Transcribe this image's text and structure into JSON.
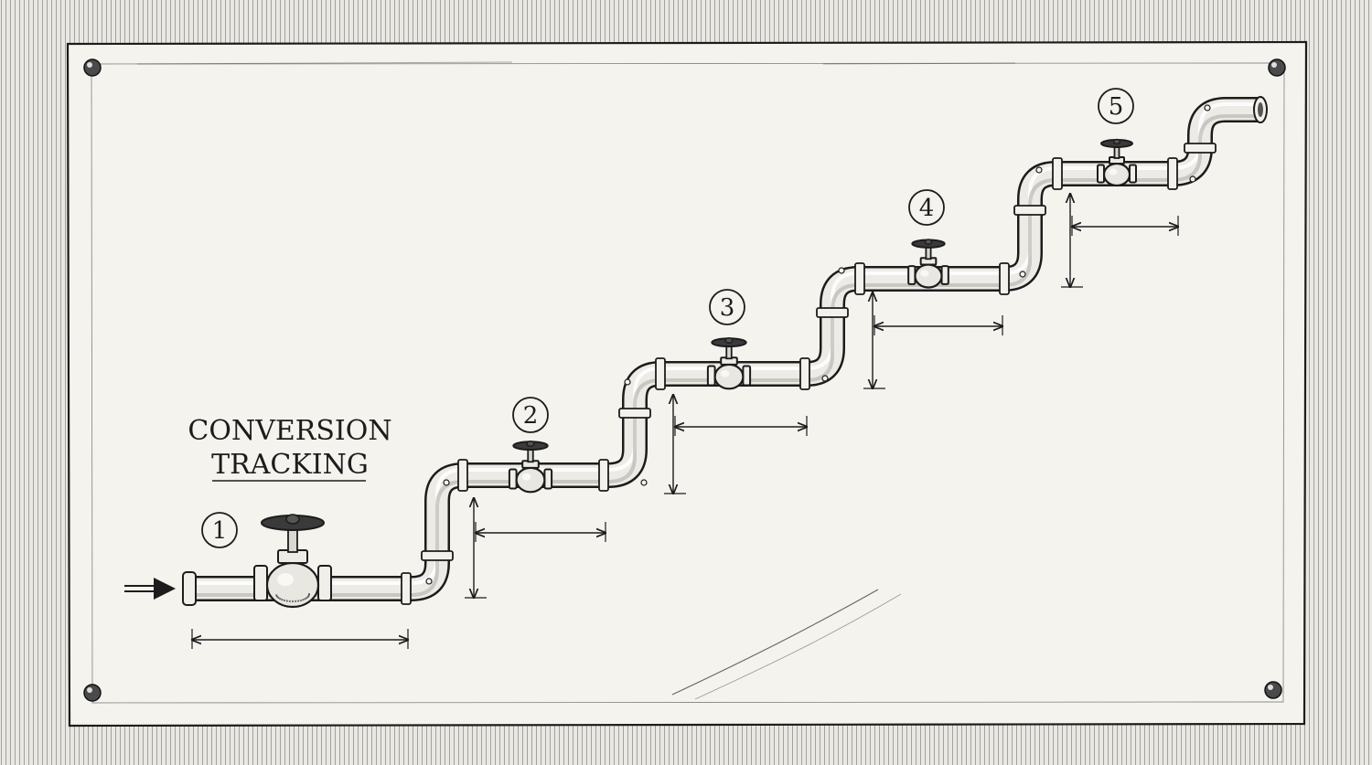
{
  "title": {
    "line1": "CONVERSION",
    "line2": "TRACKING"
  },
  "steps": [
    {
      "number": "1"
    },
    {
      "number": "2"
    },
    {
      "number": "3"
    },
    {
      "number": "4"
    },
    {
      "number": "5"
    }
  ],
  "icons": {
    "inlet": "arrow-right-icon",
    "valve": "valve-icon",
    "pin": "pin-icon"
  },
  "colors": {
    "paper": "#f4f3ee",
    "ink": "#1c1c1c",
    "pipe": "#ecebe6",
    "hatch": "#9a9a96"
  }
}
